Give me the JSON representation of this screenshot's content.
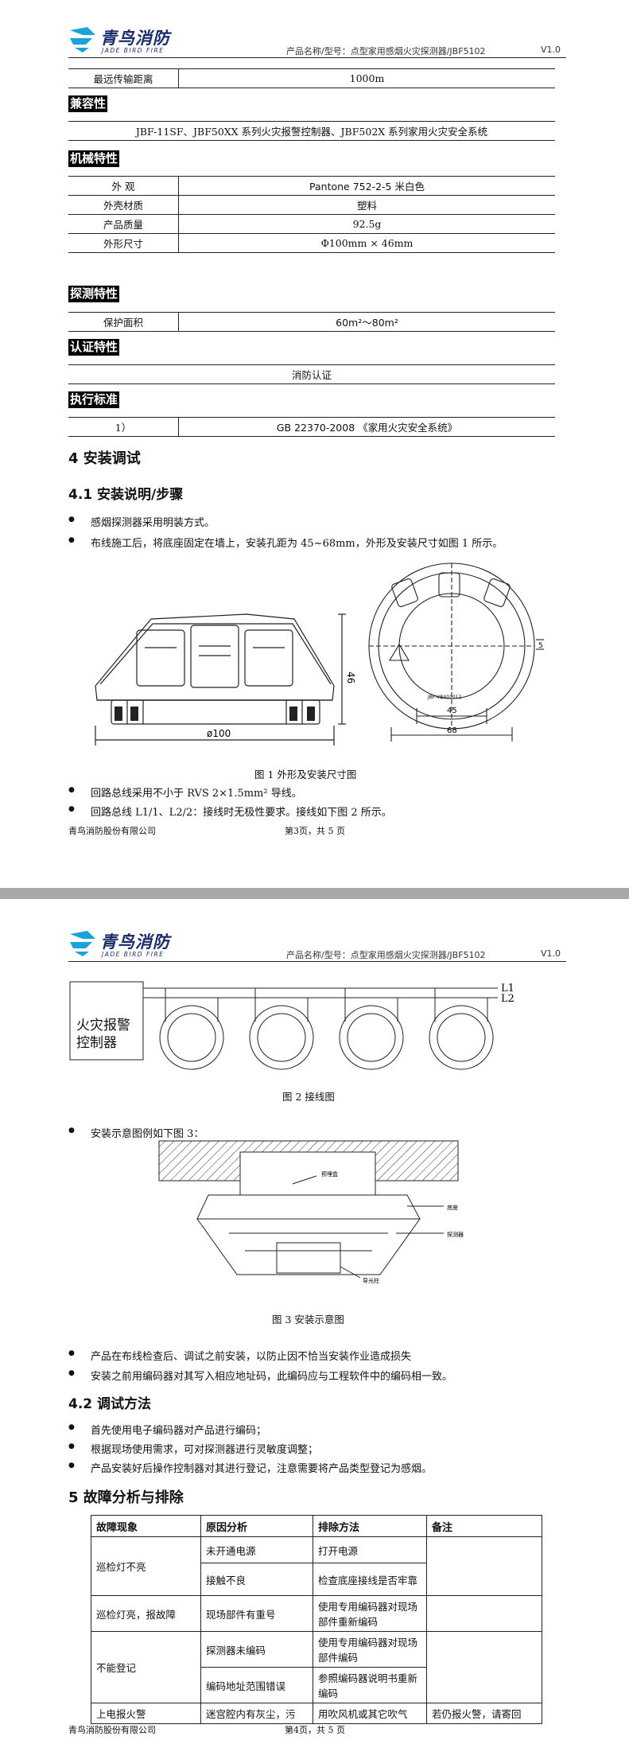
{
  "header": {
    "logo_cn": "青鸟消防",
    "logo_en": "JADE BIRD FIRE",
    "product": "产品名称/型号：点型家用感烟火灾探测器/JBF5102",
    "version": "V1.0"
  },
  "spec_top": {
    "label": "最远传输距离",
    "value": "1000m"
  },
  "compat": {
    "title": "兼容性",
    "text": "JBF-11SF、JBF50XX 系列火灾报警控制器、JBF502X 系列家用火灾安全系统"
  },
  "mech": {
    "title": "机械特性",
    "rows": [
      {
        "label": "外 观",
        "value": "Pantone 752-2-5  米白色"
      },
      {
        "label": "外壳材质",
        "value": "塑料"
      },
      {
        "label": "产品质量",
        "value": "92.5g"
      },
      {
        "label": "外形尺寸",
        "value": "Φ100mm × 46mm"
      }
    ]
  },
  "detect": {
    "title": "探测特性",
    "label": "保护面积",
    "value": "60m²～80m²"
  },
  "cert": {
    "title": "认证特性",
    "value": "消防认证"
  },
  "std": {
    "title": "执行标准",
    "label": "1）",
    "value": "GB 22370-2008 《家用火灾安全系统》"
  },
  "s4": {
    "title": "4   安装调试",
    "s41": "4.1   安装说明/步骤",
    "b1": "感烟探测器采用明装方式。",
    "b2": "布线施工后，将底座固定在墙上，安装孔距为 45~68mm，外形及安装尺寸如图 1 所示。",
    "fig1": {
      "height": "46",
      "diameter": "ø100",
      "dim45": "45",
      "dim68": "68",
      "dim5": "5",
      "caption": "图 1   外形及安装尺寸图",
      "label_text": "JBF-VB402012"
    },
    "b3": "回路总线采用不小于 RVS 2×1.5mm² 导线。",
    "b4": "回路总线 L1/1、L2/2：接线时无极性要求。接线如下图 2 所示。"
  },
  "footer1": {
    "company": "青鸟消防股份有限公司",
    "page": "第3页，共 5 页"
  },
  "fig2": {
    "controller": "火灾报警控制器",
    "l1": "L1",
    "l2": "L2",
    "caption": "图 2   接线图"
  },
  "b5": "安装示意图例如下图 3：",
  "fig3": {
    "box": "预埋盒",
    "base": "底座",
    "detector": "探测器",
    "light": "导光柱",
    "caption": "图 3   安装示意图"
  },
  "b6": "产品在布线检查后、调试之前安装，以防止因不恰当安装作业造成损失",
  "b7": "安装之前用编码器对其写入相应地址码，此编码应与工程软件中的编码相一致。",
  "s42": {
    "title": "4.2   调试方法",
    "b1": "首先使用电子编码器对产品进行编码；",
    "b2": "根据现场使用需求，可对探测器进行灵敏度调整；",
    "b3": "产品安装好后操作控制器对其进行登记，注意需要将产品类型登记为感烟。"
  },
  "s5": {
    "title": "5   故障分析与排除",
    "headers": [
      "故障现象",
      "原因分析",
      "排除方法",
      "备注"
    ],
    "r1": {
      "symptom": "巡检灯不亮",
      "c1": "未开通电源",
      "m1": "打开电源",
      "c2": "接触不良",
      "m2": "检查底座接线是否牢靠"
    },
    "r2": {
      "symptom": "巡检灯亮，报故障",
      "c1": "现场部件有重号",
      "m1": "使用专用编码器对现场部件重新编码"
    },
    "r3": {
      "symptom": "不能登记",
      "c1": "探测器未编码",
      "m1": "使用专用编码器对现场部件编码",
      "c2": "编码地址范围错误",
      "m2": "参照编码器说明书重新编码"
    },
    "r4": {
      "symptom": "上电报火警",
      "c1": "迷宫腔内有灰尘，污",
      "m1": "用吹风机或其它吹气",
      "note": "若仍报火警，请寄回"
    }
  },
  "footer2": {
    "company": "青鸟消防股份有限公司",
    "page": "第4页，共 5 页"
  }
}
